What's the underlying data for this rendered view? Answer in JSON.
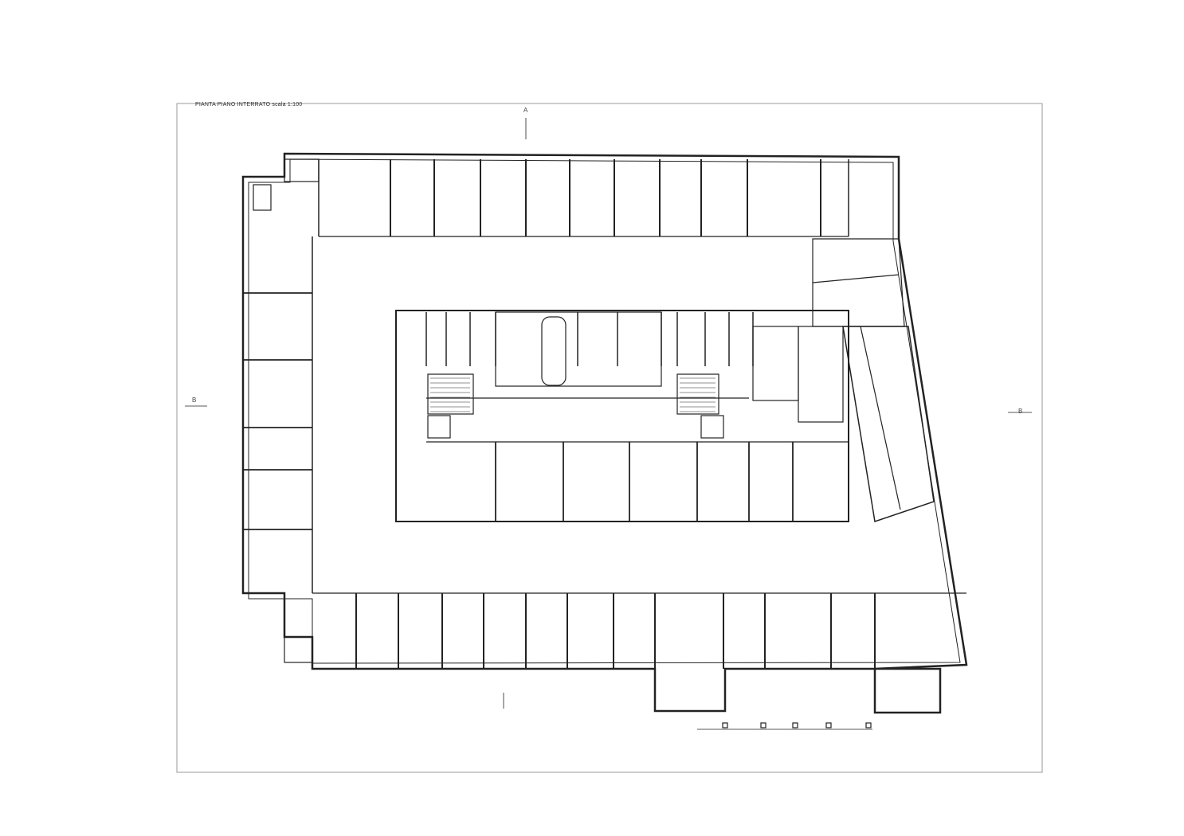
{
  "drawing": {
    "title": "PIANTA PIANO INTERRATO scala 1:100",
    "section_marker_left": "B",
    "section_marker_right": "B",
    "section_marker_top": "A",
    "colors": {
      "line": "#222222",
      "frame": "#888888",
      "paper": "#ffffff"
    }
  }
}
